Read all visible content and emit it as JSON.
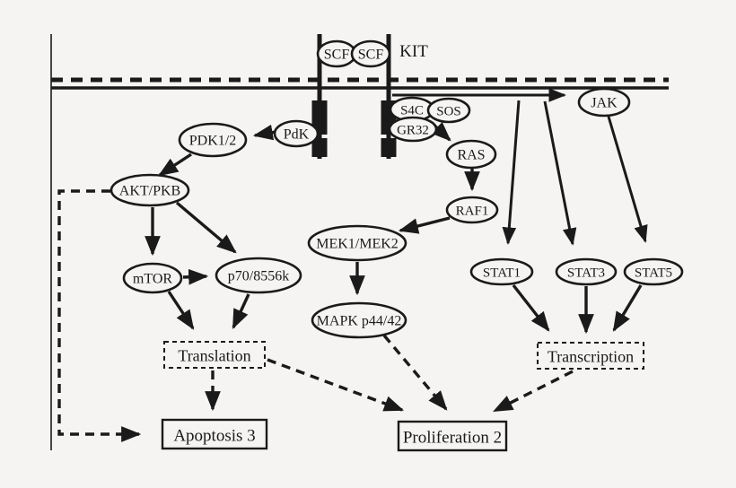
{
  "colors": {
    "background": "#f5f4f2",
    "ink": "#1a1a1a"
  },
  "diagram": {
    "receptor_label": "KIT",
    "ligands": {
      "scf1": "SCF",
      "scf2": "SCF"
    },
    "nodes": {
      "pdk": "PdK",
      "pdk12": "PDK1/2",
      "akt": "AKT/PKB",
      "mtor": "mTOR",
      "p70": "p70/8556k",
      "s4c": "S4C",
      "sos": "SOS",
      "gr32": "GR32",
      "ras": "RAS",
      "raf1": "RAF1",
      "mek": "MEK1/MEK2",
      "mapk": "MAPK p44/42",
      "jak": "JAK",
      "stat1": "STAT1",
      "stat3": "STAT3",
      "stat5": "STAT5"
    },
    "processes": {
      "translation": "Translation",
      "transcription": "Transcription"
    },
    "outcomes": {
      "apoptosis": "Apoptosis 3",
      "proliferation": "Proliferation 2"
    }
  }
}
